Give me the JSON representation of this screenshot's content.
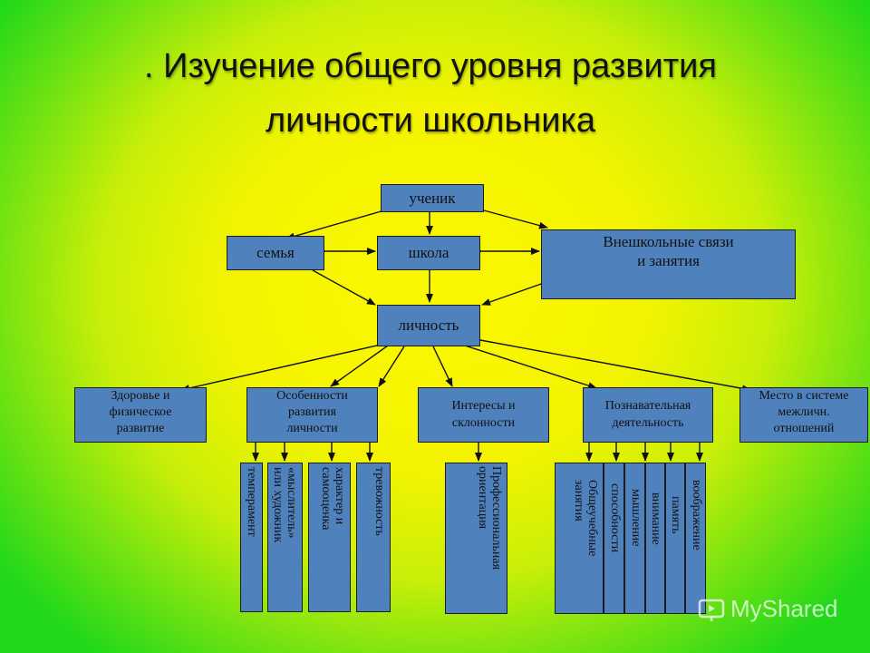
{
  "title": {
    "line1": ". Изучение общего уровня развития",
    "line2": "личности школьника"
  },
  "nodes": {
    "student": "ученик",
    "family": "семья",
    "school": "школа",
    "outside": {
      "line1": "Внешкольные связи",
      "line2": "и занятия"
    },
    "personality": "личность",
    "health": {
      "line1": "Здоровье и",
      "line2": "физическое",
      "line3": "развитие"
    },
    "features": {
      "line1": "Особенности",
      "line2": "развития",
      "line3": "личности"
    },
    "interests": {
      "line1": "Интересы и",
      "line2": "склонности"
    },
    "cognitive": {
      "line1": "Познавательная",
      "line2": "деятельность"
    },
    "place": {
      "line1": "Место в системе",
      "line2": "межличн.",
      "line3": "отношений"
    }
  },
  "vertical": {
    "temperament": "темперамент",
    "thinkers": {
      "line1": "«мыслитель»",
      "line2": "или художник"
    },
    "character": {
      "line1": "характер и",
      "line2": "самооценка"
    },
    "anxiety": "тревожность",
    "career": {
      "line1": "Профессиональная",
      "line2": "ориентация"
    },
    "study_skills": {
      "line1": "Общеучебные",
      "line2": "занятия"
    },
    "abilities": "способности",
    "thinking": "мышление",
    "attention": "внимание",
    "memory": "память",
    "imagination": "воображение"
  },
  "watermark": "MyShared"
}
